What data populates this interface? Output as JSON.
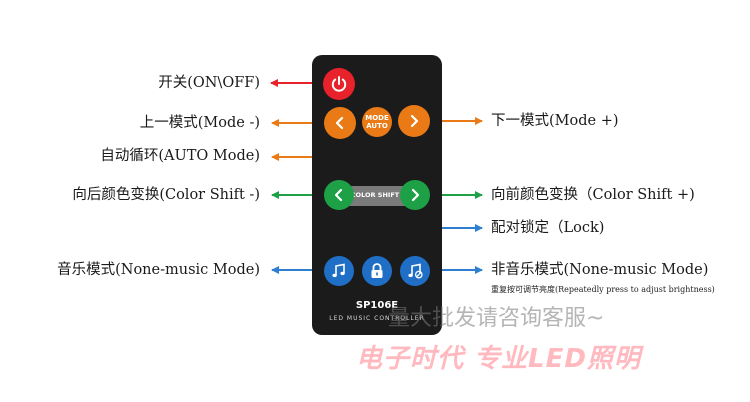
{
  "remote": {
    "model": "SP106E",
    "controller_text": "LED MUSIC CONTROLLER",
    "mode_button_line1": "MODE",
    "mode_button_line2": "AUTO",
    "color_shift_text": "COLOR SHIFT"
  },
  "labels": {
    "power": "开关(ON\\OFF)",
    "mode_prev": "上一模式(Mode -)",
    "mode_next": "下一模式(Mode +)",
    "auto_mode": "自动循环(AUTO Mode)",
    "color_shift_prev": "向后颜色变换(Color Shift -)",
    "color_shift_next": "向前颜色变换（Color Shift +)",
    "lock": "配对锁定（Lock)",
    "music_mode": "音乐模式(None-music Mode)",
    "non_music_mode": "非音乐模式(None-music Mode)",
    "brightness_note": "重复按可调节亮度(Repeatedly press to adjust brightness)"
  },
  "watermark": {
    "line1": "量大批发请咨询客服~",
    "line2": "电子时代 专业LED照明"
  },
  "colors": {
    "power_red": "#e8222a",
    "mode_orange": "#ea7a16",
    "shift_green": "#1ea146",
    "music_blue": "#2f7fd1",
    "button_blue": "#1f6fc6",
    "remote_body": "#1b1b1b"
  }
}
